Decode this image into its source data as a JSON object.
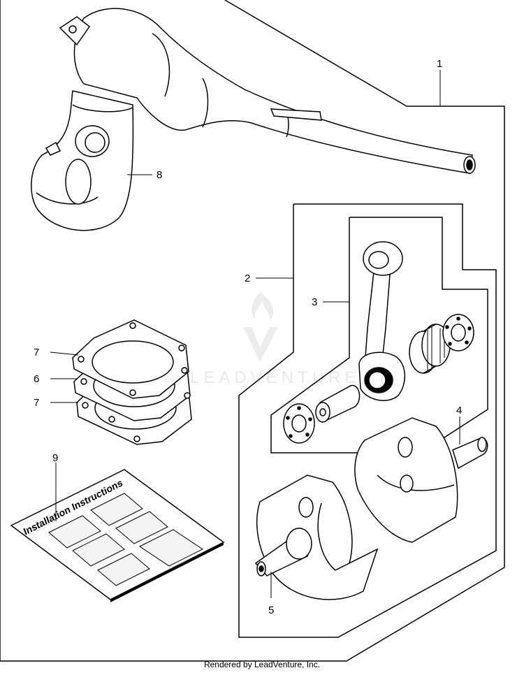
{
  "callouts": {
    "c1": "1",
    "c2": "2",
    "c3": "3",
    "c4": "4",
    "c5": "5",
    "c6": "6",
    "c7a": "7",
    "c7b": "7",
    "c8": "8",
    "c9": "9"
  },
  "booklet": {
    "title": "Installation Instructions"
  },
  "watermark": {
    "text": "LEADVENTURE"
  },
  "footer": {
    "text": "Rendered by LeadVenture, Inc."
  },
  "colors": {
    "ink": "#000000",
    "watermark": "#e6e6e6",
    "background": "#ffffff"
  }
}
